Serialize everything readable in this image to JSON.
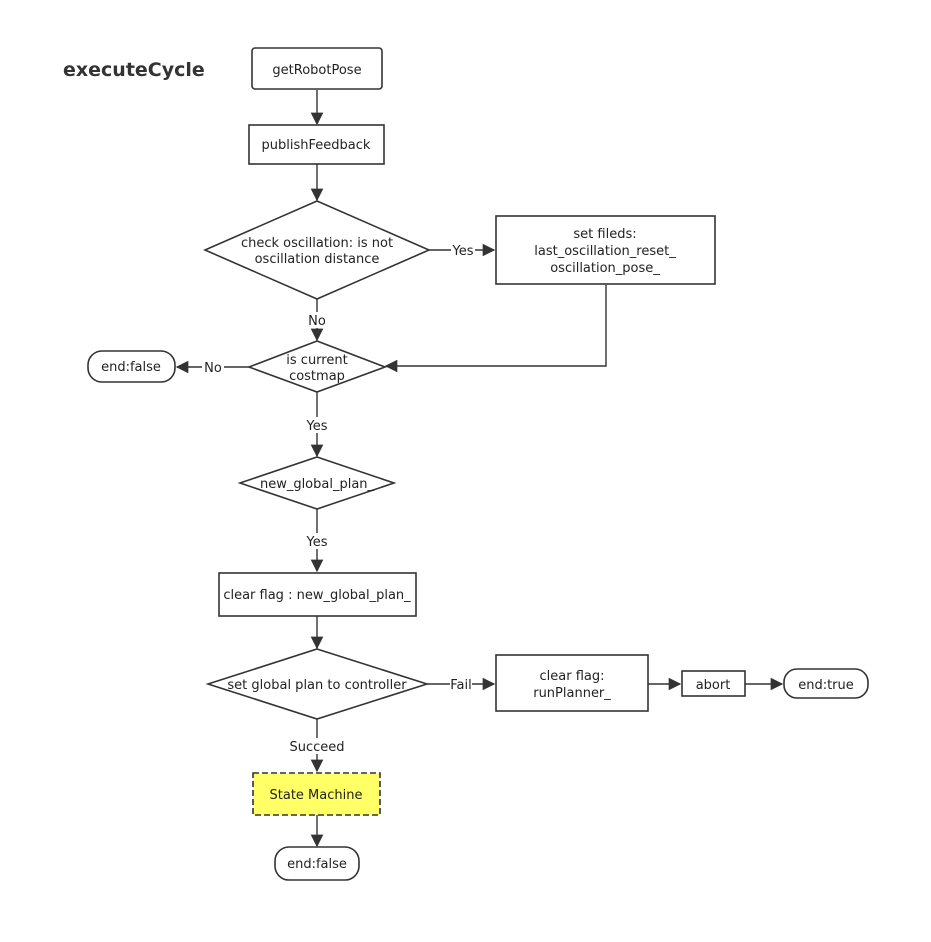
{
  "title": "executeCycle",
  "nodes": {
    "get_robot_pose": "getRobotPose",
    "publish_feedback": "publishFeedback",
    "check_oscillation": [
      "check oscillation: is not",
      "oscillation distance"
    ],
    "set_fields": [
      "set fileds:",
      "last_oscillation_reset_",
      "oscillation_pose_"
    ],
    "is_current_costmap": [
      "is current",
      "costmap"
    ],
    "end_false_1": "end:false",
    "new_global_plan": "new_global_plan_",
    "clear_flag_new_global_plan": "clear flag : new_global_plan_",
    "set_global_plan": "set global plan to controller",
    "clear_flag_run_planner": [
      "clear flag:",
      "runPlanner_"
    ],
    "abort": "abort",
    "end_true": "end:true",
    "state_machine": "State Machine",
    "end_false_2": "end:false"
  },
  "edges": {
    "yes_1": "Yes",
    "no_1": "No",
    "no_2": "No",
    "yes_2": "Yes",
    "yes_3": "Yes",
    "fail": "Fail",
    "succeed": "Succeed"
  },
  "colors": {
    "highlight": "#ffff66",
    "stroke": "#333333"
  }
}
